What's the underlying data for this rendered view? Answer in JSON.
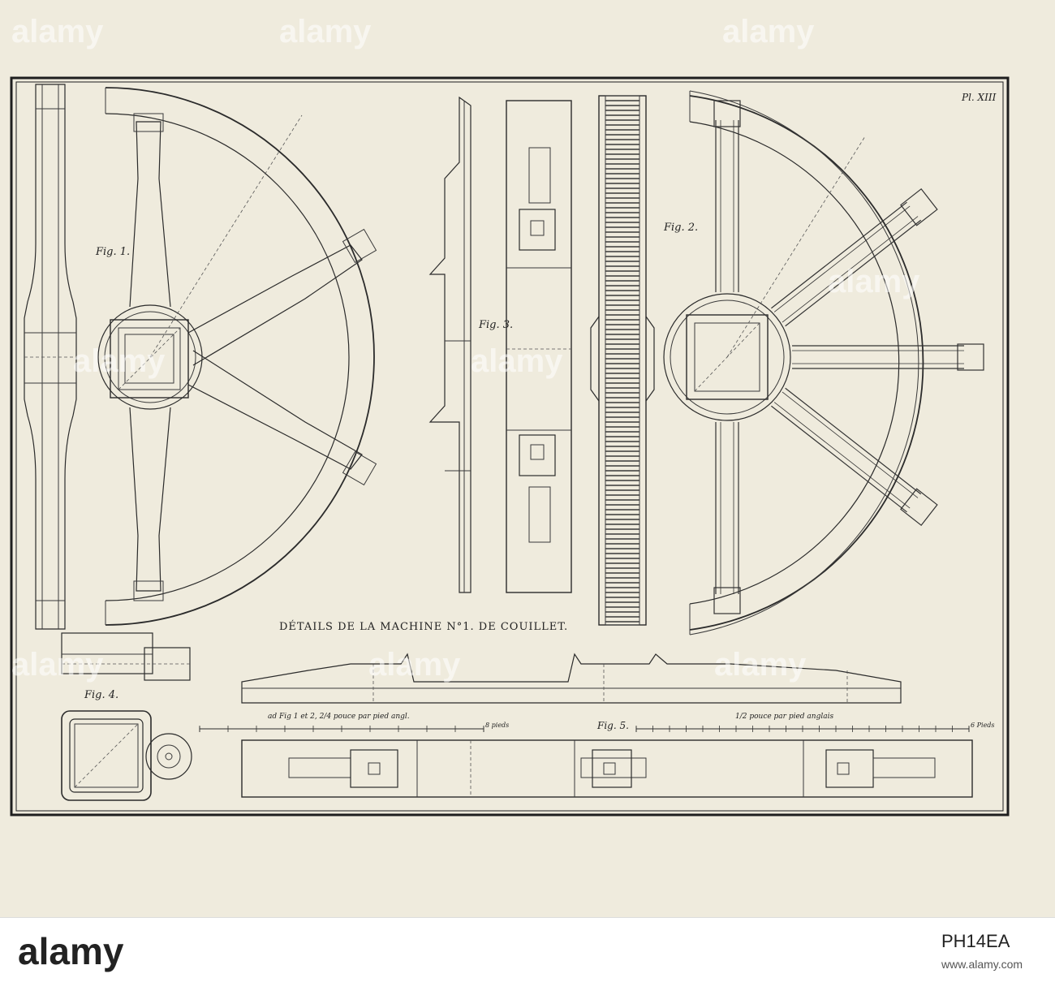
{
  "plate": {
    "number": "Pl. XIII",
    "title": "DÉTAILS DE LA MACHINE N°1. DE COUILLET."
  },
  "figures": {
    "fig1": "Fig. 1.",
    "fig2": "Fig. 2.",
    "fig3": "Fig. 3.",
    "fig4": "Fig. 4.",
    "fig5": "Fig. 5."
  },
  "scales": {
    "left_caption": "ad Fig 1 et 2, 2/4 pouce par pied angl.",
    "left_end": "8 pieds",
    "right_caption": "1/2 pouce par pied anglais",
    "right_end": "6 Pieds"
  },
  "watermark": {
    "brand": "alamy"
  },
  "footer": {
    "logo": "alamy",
    "image_id": "PH14EA",
    "url": "www.alamy.com"
  }
}
